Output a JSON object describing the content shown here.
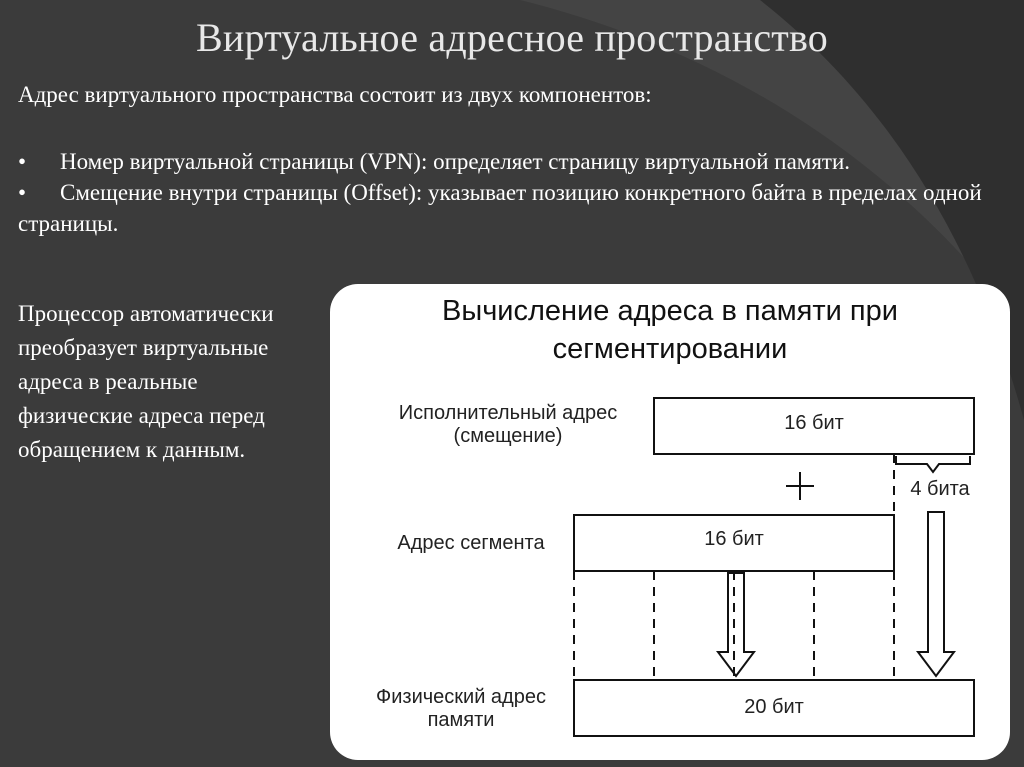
{
  "title": "Виртуальное адресное пространство",
  "intro": "Адрес виртуального пространства состоит из двух компонентов:",
  "bullets": [
    {
      "marker": "•",
      "text": "Номер виртуальной страницы (VPN): определяет страницу виртуальной памяти."
    },
    {
      "marker": "•",
      "text": "Смещение внутри страницы (Offset): указывает позицию конкретного байта в пределах одной страницы."
    }
  ],
  "side_text": "Процессор автоматически преобразует виртуальные адреса в реальные физические адреса перед обращением к данным.",
  "diagram": {
    "title": "Вычисление адреса в памяти при сегментировании",
    "offset_label": "Исполнительный адрес (смещение)",
    "offset_bits": "16 бит",
    "plus": "+",
    "shift_bits": "4 бита",
    "segment_label": "Адрес сегмента",
    "segment_bits": "16 бит",
    "physical_label": "Физический адрес памяти",
    "physical_bits": "20 бит"
  },
  "colors": {
    "background": "#3a3a3a",
    "panel": "#ffffff",
    "text": "#ffffff"
  }
}
